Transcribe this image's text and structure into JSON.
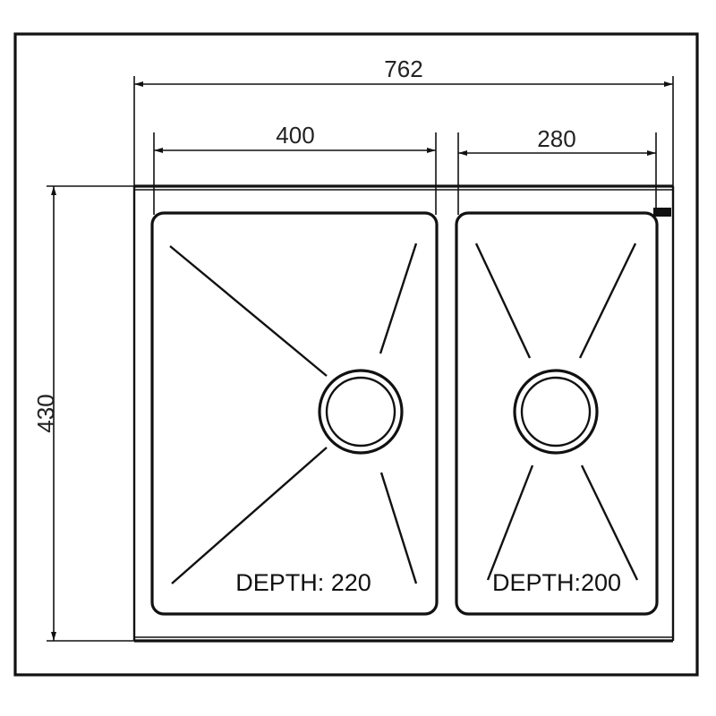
{
  "dimensions": {
    "overall_width": "762",
    "left_bowl_width": "400",
    "right_bowl_width": "280",
    "overall_depth": "430"
  },
  "bowls": {
    "left": {
      "depth_label": "DEPTH: 220"
    },
    "right": {
      "depth_label": "DEPTH:200"
    }
  },
  "colors": {
    "line": "#111111",
    "background": "#ffffff"
  }
}
